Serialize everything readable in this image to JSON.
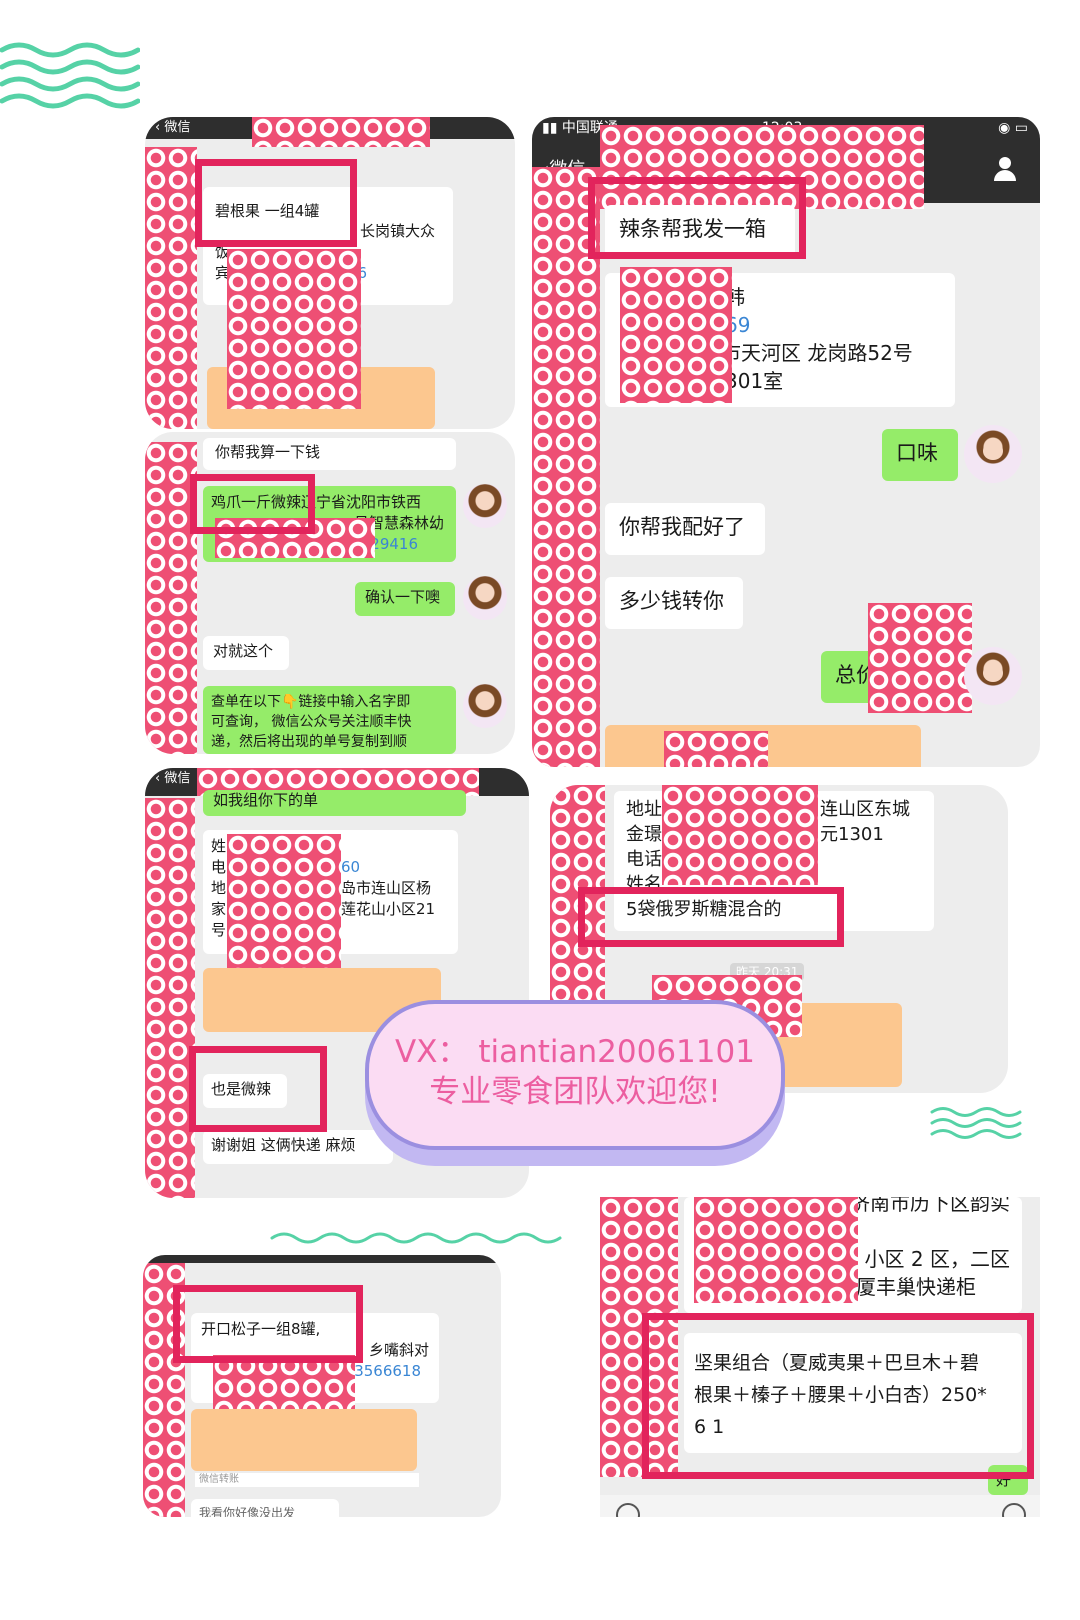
{
  "page": {
    "bg": "#ffffff",
    "accent_red": "#e2245c",
    "wechat_green": "#95ec69",
    "deco_teal": "#56d2a6"
  },
  "s1": {
    "nav_back": "微信",
    "msg_order": "碧根果 一组4罐",
    "msg_addr_l1": "长岗镇大众",
    "msg_addr_l2a": "饭",
    "msg_addr_l3a": "宾",
    "msg_addr_l3b": "6"
  },
  "s2": {
    "msg_calc": "你帮我算一下钱",
    "msg_order_a": "鸡爪一斤微辣",
    "msg_order_b": "辽宁省沈阳市铁西",
    "msg_order_l2": "号智慧森林幼",
    "msg_order_phone": "529416",
    "msg_confirm": "确认一下噢",
    "msg_yes": "对就这个",
    "msg_track_l1": "查单在以下👇链接中输入名字即",
    "msg_track_l2": "可查询， 微信公众号关注顺丰快",
    "msg_track_l3": "递，然后将出现的单号复制到顺"
  },
  "s3": {
    "status_carrier": "中国联通",
    "status_time": "12:03",
    "nav_back": "微信",
    "msg_order": "辣条帮我发一箱",
    "addr_name": "韩",
    "addr_phone": "69",
    "addr_line": "市天河区 龙岗路52号",
    "addr_room": "301室",
    "msg_flavor": "口味",
    "msg_match": "你帮我配好了",
    "msg_price": "多少钱转你",
    "msg_total": "总价"
  },
  "s4": {
    "nav_back": "微信",
    "msg_top": "如我组你下的单",
    "addr_l1": "姓",
    "addr_l2a": "电",
    "addr_l2b": "60",
    "addr_l3a": "地",
    "addr_l3b": "岛市连山区杨",
    "addr_l4a": "家",
    "addr_l4b": "莲花山小区21",
    "addr_l5": "号",
    "msg_spicy": "也是微辣",
    "msg_thanks": "谢谢姐   这俩快递  麻烦"
  },
  "s5": {
    "addr_l1a": "地址",
    "addr_l1b": "连山区东城",
    "addr_l2a": "金璟",
    "addr_l2b": "元1301",
    "addr_l3": "电话",
    "addr_l4": "姓名",
    "msg_order": "5袋俄罗斯糖混合的",
    "time": "昨天 20:31"
  },
  "s6": {
    "msg_order": "开口松子一组8罐,",
    "addr_l2": "乡嘴斜对",
    "addr_phone": "3566618",
    "transfer_label": "微信转账",
    "bottom_text": "我看你好像没出发"
  },
  "s7": {
    "addr_l1": "济南市历下区韵实",
    "addr_l2": "小区 2 区，二区",
    "addr_l3": "厦丰巢快递柜",
    "msg_order_l1": "坚果组合（夏威夷果＋巴旦木＋碧",
    "msg_order_l2": "根果＋榛子＋腰果＋小白杏）250*",
    "msg_order_l3": "6  1",
    "msg_tail": "好"
  },
  "promo": {
    "line1": "VX： tiantian20061101",
    "line2": "专业零食团队欢迎您!"
  }
}
